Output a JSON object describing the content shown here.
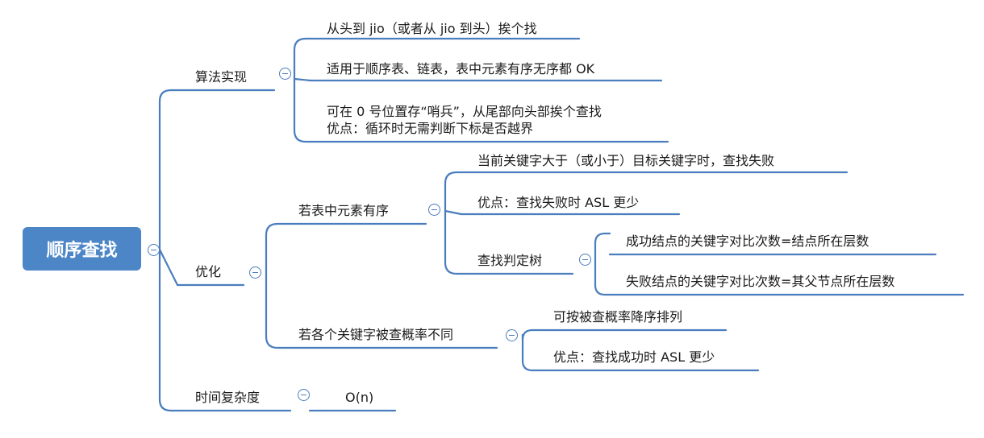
{
  "root": {
    "label": "顺序查找"
  },
  "branches": {
    "impl": {
      "label": "算法实现",
      "items": [
        "从头到 jio（或者从 jio 到头）挨个找",
        "适用于顺序表、链表，表中元素有序无序都 OK",
        "可在 0 号位置存“哨兵”，从尾部向头部挨个查找",
        "优点：循环时无需判断下标是否越界"
      ]
    },
    "opt": {
      "label": "优化",
      "ordered": {
        "label": "若表中元素有序",
        "items": [
          "当前关键字大于（或小于）目标关键字时，查找失败",
          "优点：查找失败时 ASL 更少"
        ],
        "tree": {
          "label": "查找判定树",
          "items": [
            "成功结点的关键字对比次数=结点所在层数",
            "失败结点的关键字对比次数=其父节点所在层数"
          ]
        }
      },
      "prob": {
        "label": "若各个关键字被查概率不同",
        "items": [
          "可按被查概率降序排列",
          "优点：查找成功时 ASL 更少"
        ]
      }
    },
    "time": {
      "label": "时间复杂度",
      "value": "O(n)"
    }
  },
  "colors": {
    "root_fill": "#4d86c7",
    "line": "#4a7dbd",
    "text": "#1a1a1a"
  }
}
